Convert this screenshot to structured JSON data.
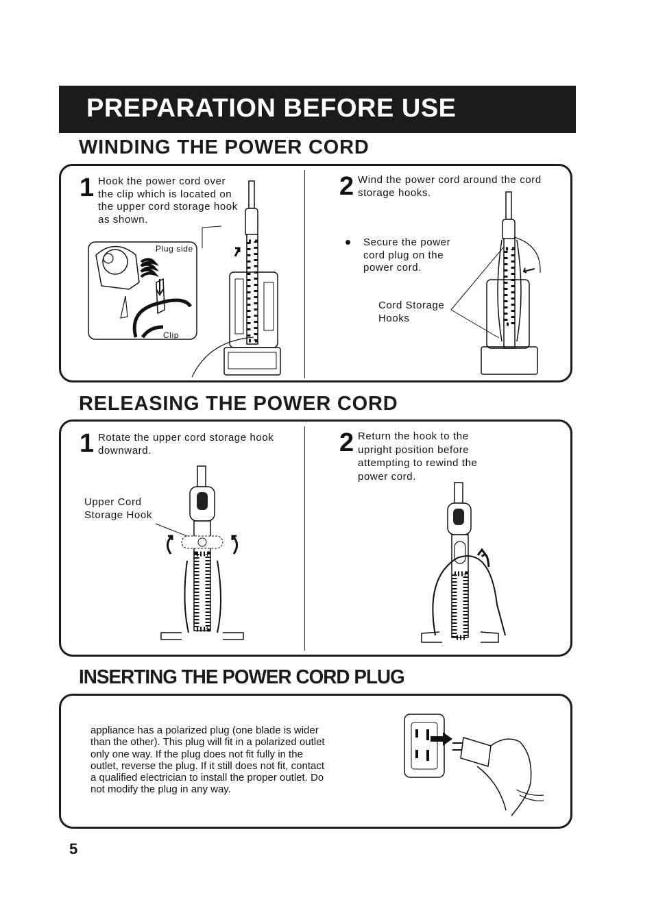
{
  "banner": {
    "title": "PREPARATION BEFORE USE"
  },
  "winding": {
    "title": "WINDING THE POWER CORD",
    "step1": {
      "number": "1",
      "lines": [
        "Hook the  power cord over",
        "the clip which is located on",
        "the upper  cord storage hook",
        "as shown."
      ],
      "plug_label": "Plug side",
      "clip_label": "Clip"
    },
    "step2": {
      "number": "2",
      "lines": [
        "Wind the power cord around the cord",
        "storage hooks."
      ],
      "bullet_lines": [
        "Secure  the  power",
        "cord plug on the",
        "power cord."
      ],
      "hooks_lines": [
        "Cord  Storage",
        "Hooks"
      ]
    }
  },
  "releasing": {
    "title": "RELEASING THE POWER CORD",
    "step1": {
      "number": "1",
      "lines": [
        "Rotate the upper cord  storage  hook",
        "downward."
      ],
      "hook_lines": [
        "Upper Cord",
        "Storage Hook"
      ]
    },
    "step2": {
      "number": "2",
      "lines": [
        "Return the hook to the",
        "upright position before",
        "attempting to rewind the",
        "power cord."
      ]
    }
  },
  "inserting": {
    "title": "INSERTING THE POWER CORD PLUG",
    "lines": [
      "appliance has a polarized plug (one blade is wider",
      "than the other).  This plug will fit in a polarized outlet",
      "only one way.  If the plug does not fit fully in the",
      "outlet, reverse the plug.  If it still does not fit, contact",
      "a qualified electrician to install the proper outlet.  Do",
      "not modify the plug in any way."
    ]
  },
  "page_number": "5"
}
